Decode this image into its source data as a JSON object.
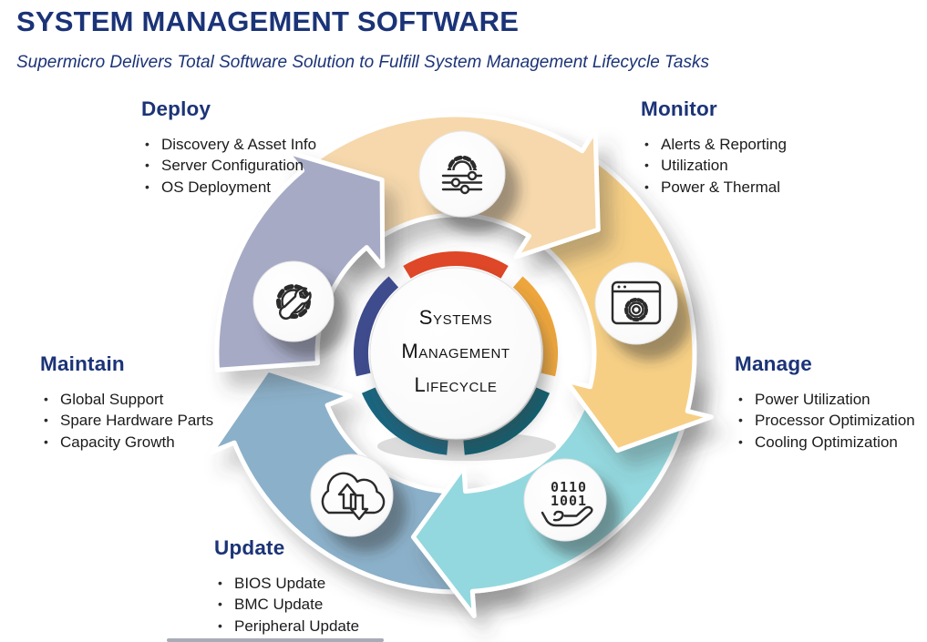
{
  "header": {
    "title": "SYSTEM MANAGEMENT SOFTWARE",
    "subtitle": "Supermicro Delivers Total Software Solution to Fulfill System Management Lifecycle Tasks"
  },
  "center": {
    "line1": "Systems",
    "line2": "Management",
    "line3": "Lifecycle"
  },
  "sections": [
    {
      "id": "deploy",
      "label": "Deploy",
      "items": [
        "Discovery & Asset Info",
        "Server Configuration",
        "OS Deployment"
      ],
      "arrow_color": "#f6d8ac",
      "icon": "gear-sliders-icon"
    },
    {
      "id": "monitor",
      "label": "Monitor",
      "items": [
        "Alerts & Reporting",
        "Utilization",
        "Power & Thermal"
      ],
      "arrow_color": "#f6cf85",
      "icon": "browser-gear-icon"
    },
    {
      "id": "manage",
      "label": "Manage",
      "items": [
        "Power Utilization",
        "Processor Optimization",
        "Cooling Optimization"
      ],
      "arrow_color": "#93d8de",
      "icon": "hand-binary-icon"
    },
    {
      "id": "update",
      "label": "Update",
      "items": [
        "BIOS Update",
        "BMC Update",
        "Peripheral Update"
      ],
      "arrow_color": "#8bb0c9",
      "icon": "cloud-arrows-icon"
    },
    {
      "id": "maintain",
      "label": "Maintain",
      "items": [
        "Global Support",
        "Spare Hardware Parts",
        "Capacity Growth"
      ],
      "arrow_color": "#a6aac5",
      "icon": "gear-wrench-icon"
    }
  ],
  "binary_text": {
    "line1": "0110",
    "line2": "1001"
  },
  "ring_colors": [
    "#de4727",
    "#eea63c",
    "#0d6173",
    "#19657f",
    "#3e4b8d"
  ],
  "colors": {
    "heading": "#1b3377",
    "body_text": "#1b1b1b",
    "icon_stroke": "#2b2b2b"
  }
}
